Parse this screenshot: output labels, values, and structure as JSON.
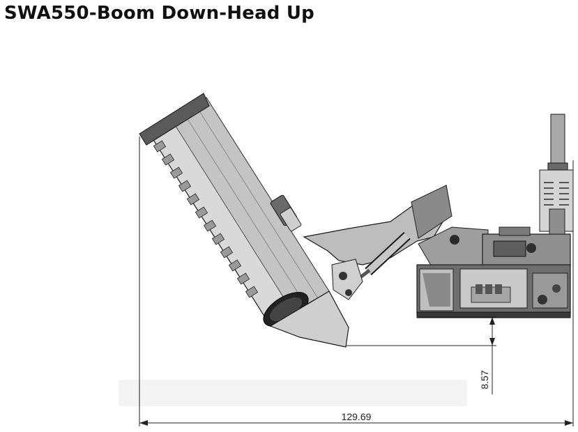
{
  "title": "SWA550-Boom Down-Head Up",
  "dimensions": {
    "overall_length": "129.69",
    "head_clearance": "8.57"
  },
  "colors": {
    "steel_light": "#d6d6d6",
    "steel_mid": "#a8a8a8",
    "steel_dark": "#5a5a5a",
    "outline": "#1a1a1a",
    "cab_glass": "#8c8c8c"
  }
}
